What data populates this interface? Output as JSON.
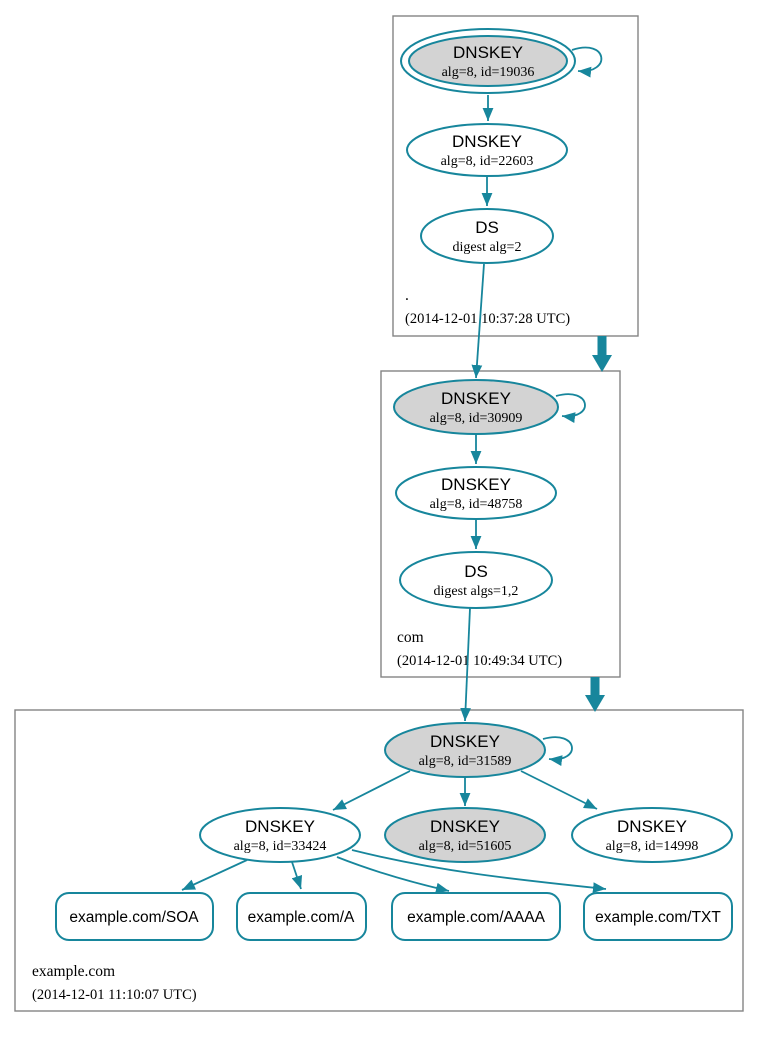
{
  "diagram_type": "dnssec-authentication-chain",
  "colors": {
    "edge_teal": "#17869C",
    "ksk_fill": "#d3d3d3",
    "node_fill": "#ffffff",
    "zone_border": "#848484",
    "background": "#ffffff"
  },
  "zones": [
    {
      "label": ".",
      "timestamp": "(2014-12-01 10:37:28 UTC)"
    },
    {
      "label": "com",
      "timestamp": "(2014-12-01 10:49:34 UTC)"
    },
    {
      "label": "example.com",
      "timestamp": "(2014-12-01 11:10:07 UTC)"
    }
  ],
  "nodes": {
    "root_ksk": {
      "title": "DNSKEY",
      "subtitle": "alg=8, id=19036"
    },
    "root_zsk": {
      "title": "DNSKEY",
      "subtitle": "alg=8, id=22603"
    },
    "root_ds": {
      "title": "DS",
      "subtitle": "digest alg=2"
    },
    "com_ksk": {
      "title": "DNSKEY",
      "subtitle": "alg=8, id=30909"
    },
    "com_zsk": {
      "title": "DNSKEY",
      "subtitle": "alg=8, id=48758"
    },
    "com_ds": {
      "title": "DS",
      "subtitle": "digest algs=1,2"
    },
    "ex_ksk": {
      "title": "DNSKEY",
      "subtitle": "alg=8, id=31589"
    },
    "ex_zsk1": {
      "title": "DNSKEY",
      "subtitle": "alg=8, id=33424"
    },
    "ex_zsk2": {
      "title": "DNSKEY",
      "subtitle": "alg=8, id=51605"
    },
    "ex_zsk3": {
      "title": "DNSKEY",
      "subtitle": "alg=8, id=14998"
    },
    "rrset_soa": {
      "label": "example.com/SOA"
    },
    "rrset_a": {
      "label": "example.com/A"
    },
    "rrset_aaaa": {
      "label": "example.com/AAAA"
    },
    "rrset_txt": {
      "label": "example.com/TXT"
    }
  }
}
